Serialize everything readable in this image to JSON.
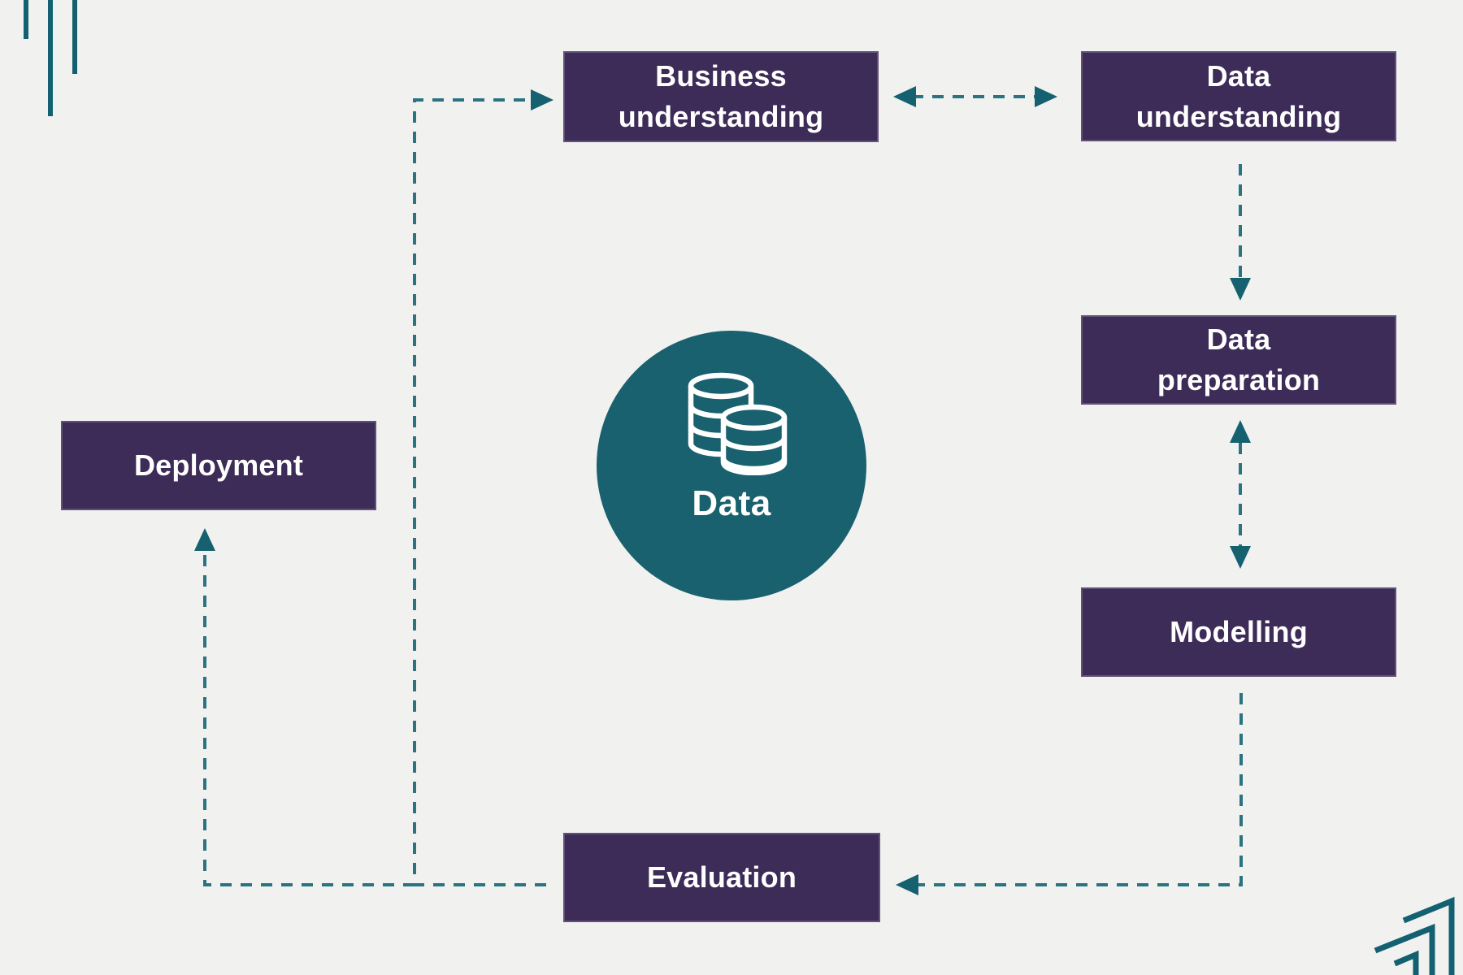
{
  "title": "CRISP-DM data process diagram",
  "colors": {
    "background": "#f1f1f0",
    "node_fill": "#3d2b58",
    "node_text": "#ffffff",
    "circle_fill": "#19616e",
    "connector_dash": "#2b7380",
    "arrowhead": "#15616f",
    "decoration": "#136070"
  },
  "center": {
    "label": "Data",
    "icon": "database-icon"
  },
  "nodes": [
    {
      "id": "business-understanding",
      "label": "Business\nunderstanding"
    },
    {
      "id": "data-understanding",
      "label": "Data\nunderstanding"
    },
    {
      "id": "data-preparation",
      "label": "Data\npreparation"
    },
    {
      "id": "modelling",
      "label": "Modelling"
    },
    {
      "id": "evaluation",
      "label": "Evaluation"
    },
    {
      "id": "deployment",
      "label": "Deployment"
    }
  ],
  "edges": [
    {
      "from": "business-understanding",
      "to": "data-understanding",
      "style": "dashed",
      "direction": "bidirectional"
    },
    {
      "from": "data-understanding",
      "to": "data-preparation",
      "style": "dashed",
      "direction": "one-way"
    },
    {
      "from": "data-preparation",
      "to": "modelling",
      "style": "dashed",
      "direction": "bidirectional"
    },
    {
      "from": "modelling",
      "to": "evaluation",
      "style": "dashed",
      "direction": "one-way"
    },
    {
      "from": "evaluation",
      "to": "business-understanding",
      "style": "dashed",
      "direction": "one-way"
    },
    {
      "from": "evaluation",
      "to": "deployment",
      "style": "dashed",
      "direction": "one-way"
    }
  ]
}
